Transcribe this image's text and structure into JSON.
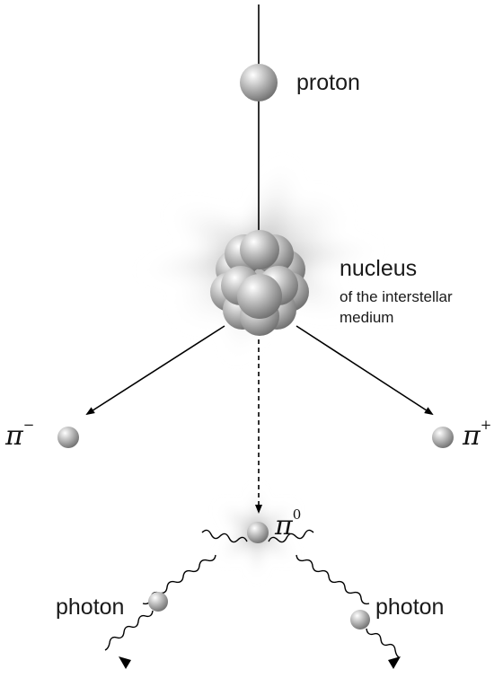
{
  "labels": {
    "proton": "proton",
    "nucleus": "nucleus",
    "nucleus_sub_1": "of the interstellar",
    "nucleus_sub_2": "medium",
    "photon_left": "photon",
    "photon_right": "photon"
  },
  "pions": {
    "minus": {
      "symbol": "π",
      "charge": "−"
    },
    "plus": {
      "symbol": "π",
      "charge": "+"
    },
    "zero": {
      "symbol": "π",
      "charge": "0"
    }
  }
}
